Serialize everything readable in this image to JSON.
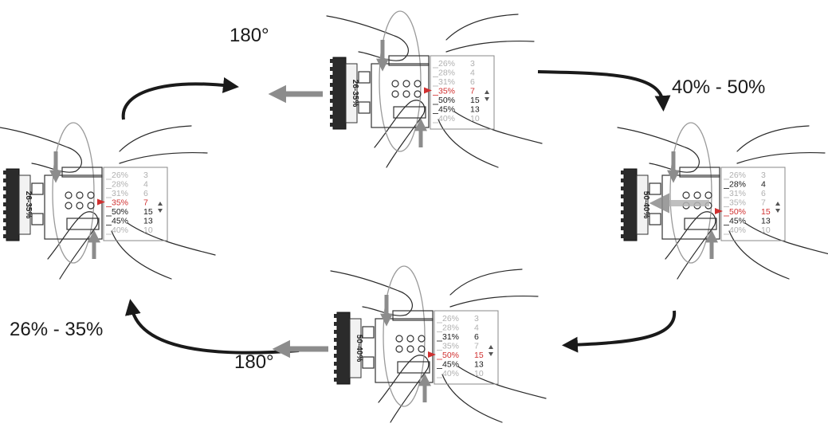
{
  "captions": {
    "top_rotation": "180°",
    "right_range": "40% - 50%",
    "bottom_rotation": "180°",
    "left_range": "26% - 35%"
  },
  "colors": {
    "ink": "#1a1a1a",
    "gray_arrow": "#8c8c8c",
    "marker_red": "#d03030",
    "faded_text": "#b0b0b0"
  },
  "devices": [
    {
      "id": "left",
      "dial_label": "26-35%",
      "scale": [
        {
          "pct": "26%",
          "num": "3",
          "state": "faded"
        },
        {
          "pct": "28%",
          "num": "4",
          "state": "faded"
        },
        {
          "pct": "31%",
          "num": "6",
          "state": "faded"
        },
        {
          "pct": "35%",
          "num": "7",
          "state": "selected"
        },
        {
          "pct": "50%",
          "num": "15",
          "state": "normal"
        },
        {
          "pct": "45%",
          "num": "13",
          "state": "normal"
        },
        {
          "pct": "40%",
          "num": "10",
          "state": "faded"
        }
      ]
    },
    {
      "id": "top",
      "dial_label": "26-35%",
      "scale": [
        {
          "pct": "26%",
          "num": "3",
          "state": "faded"
        },
        {
          "pct": "28%",
          "num": "4",
          "state": "faded"
        },
        {
          "pct": "31%",
          "num": "6",
          "state": "faded"
        },
        {
          "pct": "35%",
          "num": "7",
          "state": "selected"
        },
        {
          "pct": "50%",
          "num": "15",
          "state": "normal"
        },
        {
          "pct": "45%",
          "num": "13",
          "state": "normal"
        },
        {
          "pct": "40%",
          "num": "10",
          "state": "faded"
        }
      ]
    },
    {
      "id": "right",
      "dial_label": "50-40%",
      "scale": [
        {
          "pct": "26%",
          "num": "3",
          "state": "faded"
        },
        {
          "pct": "28%",
          "num": "4",
          "state": "normal"
        },
        {
          "pct": "31%",
          "num": "6",
          "state": "faded"
        },
        {
          "pct": "35%",
          "num": "7",
          "state": "faded"
        },
        {
          "pct": "50%",
          "num": "15",
          "state": "selected"
        },
        {
          "pct": "45%",
          "num": "13",
          "state": "normal"
        },
        {
          "pct": "40%",
          "num": "10",
          "state": "faded"
        }
      ]
    },
    {
      "id": "bottom",
      "dial_label": "50-40%",
      "scale": [
        {
          "pct": "26%",
          "num": "3",
          "state": "faded"
        },
        {
          "pct": "28%",
          "num": "4",
          "state": "faded"
        },
        {
          "pct": "31%",
          "num": "6",
          "state": "normal"
        },
        {
          "pct": "35%",
          "num": "7",
          "state": "faded"
        },
        {
          "pct": "50%",
          "num": "15",
          "state": "selected"
        },
        {
          "pct": "45%",
          "num": "13",
          "state": "normal"
        },
        {
          "pct": "40%",
          "num": "10",
          "state": "faded"
        }
      ]
    }
  ]
}
